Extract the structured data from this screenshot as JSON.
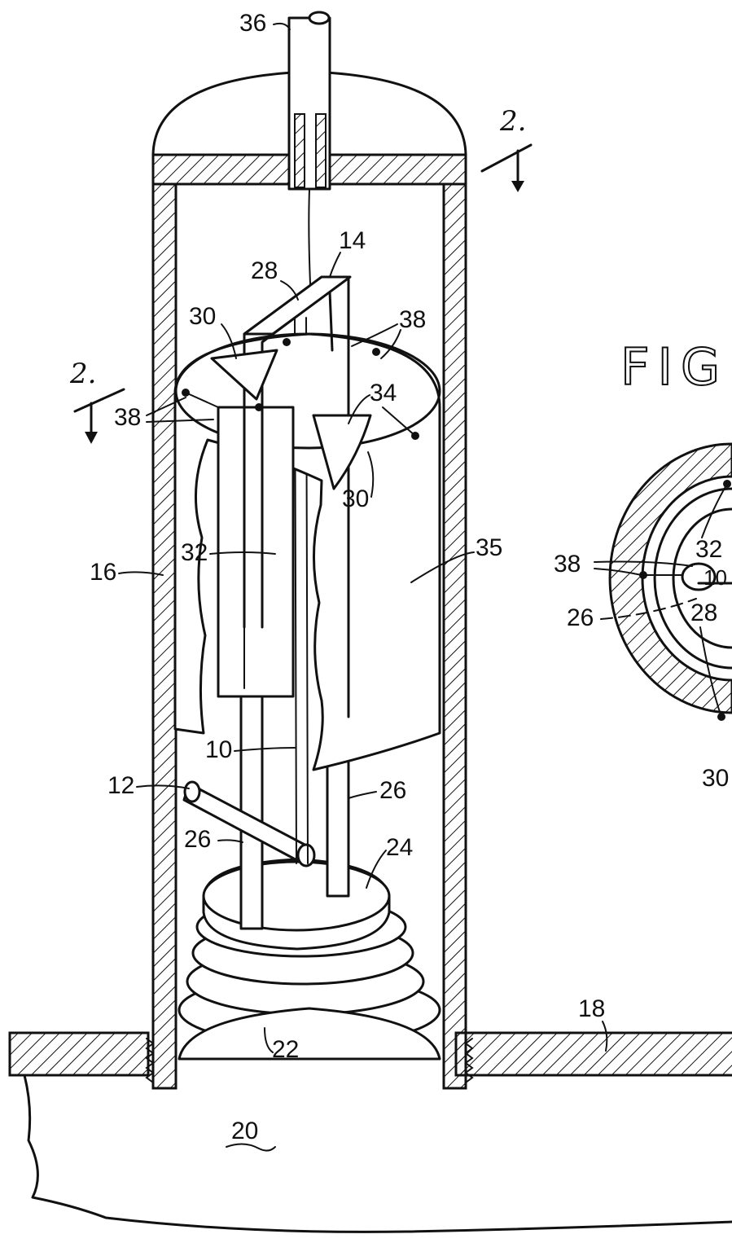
{
  "figure_title": "FIG",
  "section_marks": {
    "left": "2.",
    "right": "2."
  },
  "labels": {
    "l36": "36",
    "l14": "14",
    "l28": "28",
    "l30_top": "30",
    "l38_top": "38",
    "l34": "34",
    "l38_left": "38",
    "l30_mid": "30",
    "l32": "32",
    "l35": "35",
    "l16": "16",
    "l10": "10",
    "l12": "12",
    "l26_right": "26",
    "l26_left": "26",
    "l24": "24",
    "l18": "18",
    "l22": "22",
    "l20": "20"
  },
  "fig2_labels": {
    "l32": "32",
    "l38": "38",
    "l10": "10",
    "l26": "26",
    "l28": "28",
    "l30": "30"
  }
}
